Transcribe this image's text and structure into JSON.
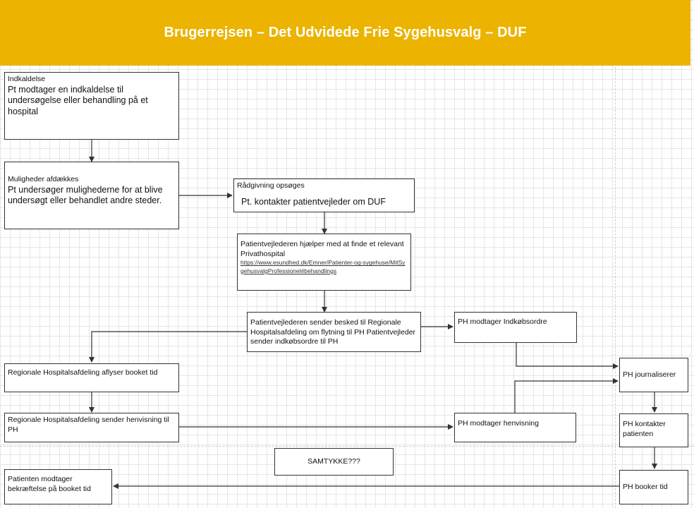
{
  "title": "Brugerrejsen – Det Udvidede Frie Sygehusvalg – DUF",
  "colors": {
    "banner": "#ecb300",
    "banner_text": "#ffffff",
    "line": "#333333"
  },
  "nodes": {
    "indkaldelse": {
      "head": "Indkaldelse",
      "body": "Pt modtager en indkaldelse til undersøgelse eller behandling på et hospital"
    },
    "muligheder": {
      "head": "Muligheder afdækkes",
      "body": "Pt undersøger mulighederne for at blive undersøgt eller behandlet andre steder."
    },
    "raadgivning": {
      "head": "Rådgivning opsøges",
      "body": "Pt. kontakter patientvejleder om DUF"
    },
    "patientvejleder_hjaelp": {
      "head": "Patientvejlederen hjælper med at finde et relevant Privathospital",
      "link": "https://www.esundhed.dk/Emner/Patienter-og-sygehuse/MitSygehusvalgProfessionel#behandlings"
    },
    "besked": {
      "head": "Patientvejlederen sender besked til Regionale Hospitalsafdeling om flytning til PH Patientvejleder sender indkøbsordre til PH"
    },
    "indkoebsordre": {
      "head": "PH modtager Indkøbsordre"
    },
    "aflyser": {
      "head": "Regionale Hospitalsafdeling aflyser booket tid"
    },
    "journaliserer": {
      "head": "PH journaliserer"
    },
    "henvisning_sender": {
      "head": "Regionale Hospitalsafdeling sender henvisning til PH"
    },
    "henvisning_modtager": {
      "head": "PH modtager henvisning"
    },
    "kontakter": {
      "head": "PH kontakter patienten"
    },
    "samtykke": {
      "head": "SAMTYKKE???"
    },
    "bekraeftelse": {
      "head": "Patienten modtager bekræftelse på booket tid"
    },
    "booker": {
      "head": "PH booker tid"
    }
  }
}
